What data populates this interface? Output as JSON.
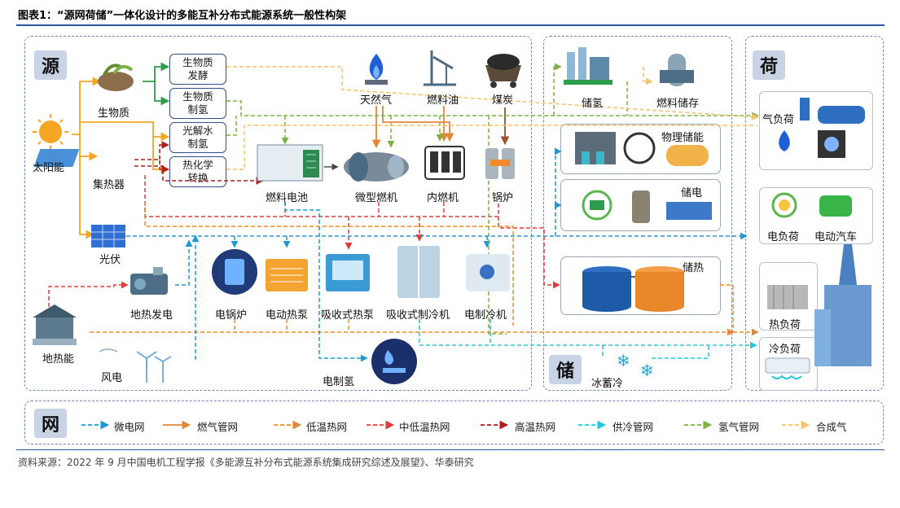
{
  "title": "图表1：“源网荷储”一体化设计的多能互补分布式能源系统一般性构架",
  "source": "资料来源：2022 年 9 月中国电机工程学报《多能源互补分布式能源系统集成研究综述及展望》、华泰研究",
  "sections": {
    "source": "源",
    "grid": "网",
    "load": "荷",
    "storage": "储"
  },
  "source_nodes": {
    "solar": "太阳能",
    "biomass": "生物质",
    "collector": "集热器",
    "pv": "光伏",
    "geothermal": "地热能",
    "wind": "风电",
    "natural_gas": "天然气",
    "fuel_oil": "燃料油",
    "coal": "煤炭"
  },
  "process_boxes": {
    "bio_ferment": [
      "生物质",
      "发酵"
    ],
    "bio_hydrogen": [
      "生物质",
      "制氢"
    ],
    "photolysis": [
      "光解水",
      "制氢"
    ],
    "thermochem": [
      "热化学",
      "转换"
    ]
  },
  "conversion": {
    "fuel_cell": "燃料电池",
    "micro_turbine": "微型燃机",
    "ice": "内燃机",
    "boiler": "锅炉",
    "geo_power": "地热发电",
    "e_boiler": "电锅炉",
    "heat_pump": "电动热泵",
    "abs_heat_pump": "吸收式热泵",
    "abs_chiller": "吸收式制冷机",
    "e_chiller": "电制冷机",
    "e_hydrogen": "电制氢"
  },
  "storage": {
    "h2_storage": "储氢",
    "fuel_storage": "燃料储存",
    "physical": "物理储能",
    "electric": "储电",
    "thermal": "储热",
    "ice_cold": "冰蓄冷",
    "label": "储"
  },
  "loads": {
    "gas": "气负荷",
    "electric": "电负荷",
    "ev": "电动汽车",
    "heat": "热负荷",
    "cold": "冷负荷"
  },
  "legend": [
    {
      "label": "微电网",
      "color": "#1f9ad6",
      "dash": true
    },
    {
      "label": "燃气管网",
      "color": "#e0873a",
      "dash": false
    },
    {
      "label": "低温热网",
      "color": "#f08a2a",
      "dash": true
    },
    {
      "label": "中低温热网",
      "color": "#e53935",
      "dash": true
    },
    {
      "label": "高温热网",
      "color": "#b01d1d",
      "dash": true
    },
    {
      "label": "供冷管网",
      "color": "#26c6da",
      "dash": true
    },
    {
      "label": "氢气管网",
      "color": "#7cb342",
      "dash": true
    },
    {
      "label": "合成气",
      "color": "#f6c26b",
      "dash": true
    }
  ],
  "colors": {
    "panel_border": "#6f86b8",
    "label_bg": "#c8d3e6",
    "title_rule": "#2a56a5",
    "solar_orange": "#f5a623",
    "bio_green": "#2e9d4b",
    "gas_blue": "#1f5fd6"
  }
}
